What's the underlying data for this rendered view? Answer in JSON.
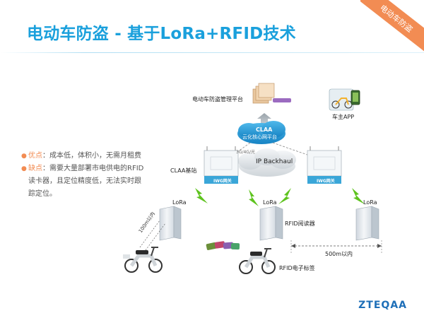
{
  "title": "电动车防盗 - 基于LoRa+RFID技术",
  "corner_tag": "电动车防盗",
  "pros_cons": {
    "pros_key": "优点",
    "pros_text": "：成本低，体积小，无需月租费",
    "cons_key": "缺点",
    "cons_line1": "：需要大量部署市电供电的RFID",
    "cons_line2": "读卡器，且定位精度低，无法实时跟",
    "cons_line3": "踪定位。"
  },
  "diagram": {
    "platform_label": "电动车防盗管理平台",
    "app_label": "车主APP",
    "cloud_title": "CLAA",
    "cloud_subtitle": "云化核心网平台",
    "backhaul_tag": "3G/4G/光",
    "ip_backhaul": "IP Backhaul",
    "base_station_label": "CLAA基站",
    "gateway_label": "IWG网关",
    "lora_label": "LoRa",
    "reader_label": "RFID阅读器",
    "tag_label": "RFID电子标签",
    "range_100": "100m以内",
    "range_500": "500m以内"
  },
  "brand": "ZTEQAA",
  "colors": {
    "title": "#1aa0dc",
    "accent": "#f28c53",
    "gateway_blue": "#3aa6d8",
    "bolt_green": "#5ec31e"
  }
}
